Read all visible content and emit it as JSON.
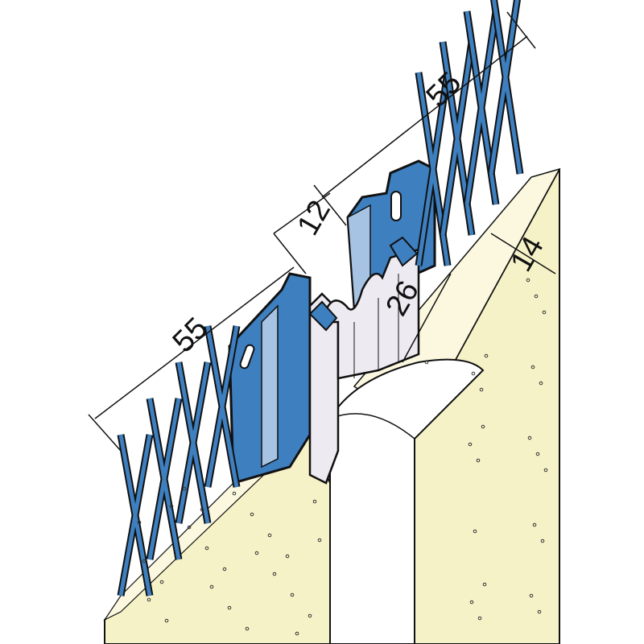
{
  "diagram": {
    "dimensions": {
      "left_mesh_width": "55",
      "gap_width": "12",
      "right_mesh_width": "55",
      "profile_depth": "26",
      "plaster_thickness": "14"
    },
    "colors": {
      "blue": "#3d7fbf",
      "light_blue": "#a7c3e3",
      "plaster": "#f6f2c8",
      "plaster_top": "#fbf8df",
      "profile_white": "#eeeaf2",
      "outline": "#111111"
    }
  }
}
